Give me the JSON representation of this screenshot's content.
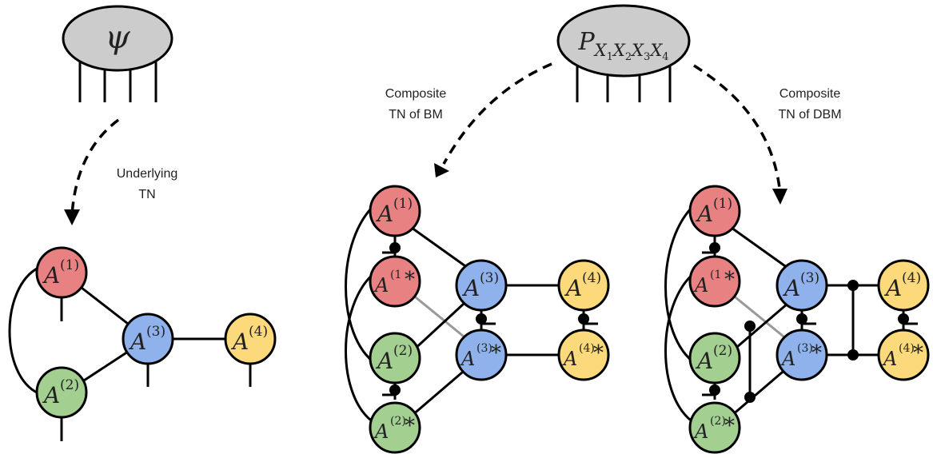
{
  "colors": {
    "red": "#e88282",
    "blue": "#8fb1ec",
    "green": "#a3cf91",
    "yellow": "#fcd97a",
    "gray": "#cccccc",
    "gray_edge": "#999999"
  },
  "psi": {
    "symbol": "ψ"
  },
  "prob": {
    "P": "P",
    "subs": [
      "X",
      "1",
      "X",
      "2",
      "X",
      "3",
      "X",
      "4"
    ]
  },
  "labels": {
    "underlying": [
      "Underlying",
      "TN"
    ],
    "bm": [
      "Composite",
      "TN of BM"
    ],
    "dbm": [
      "Composite",
      "TN of DBM"
    ]
  },
  "tensors": {
    "a1": {
      "base": "A",
      "sup": "(1)"
    },
    "a2": {
      "base": "A",
      "sup": "(2)"
    },
    "a3": {
      "base": "A",
      "sup": "(3)"
    },
    "a4": {
      "base": "A",
      "sup": "(4)"
    },
    "a1c": {
      "base": "A",
      "sup": "(1",
      "star": "*"
    },
    "a2c": {
      "base": "A",
      "sup": "(2)",
      "star": "*"
    },
    "a3c": {
      "base": "A",
      "sup": "(3)",
      "star": "*"
    },
    "a4c": {
      "base": "A",
      "sup": "(4)",
      "star": "*"
    }
  }
}
